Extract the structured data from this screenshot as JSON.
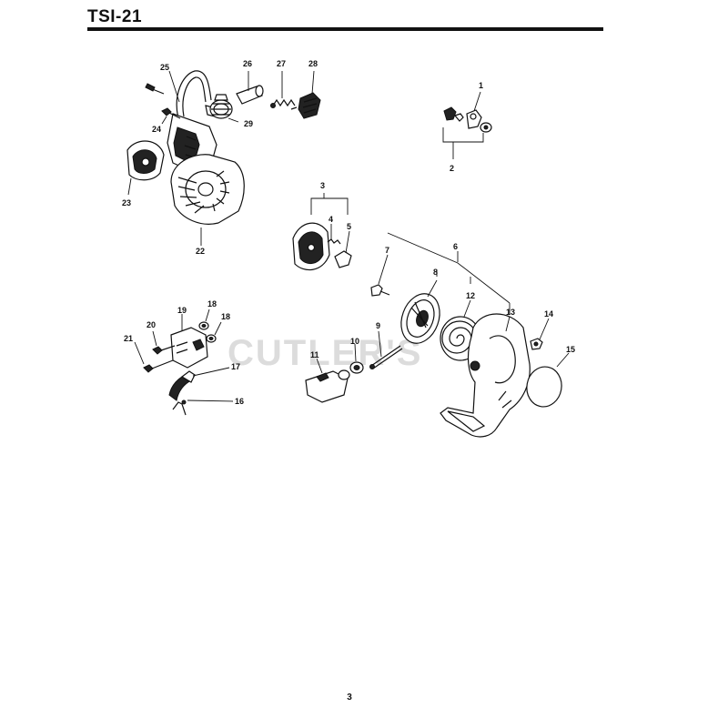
{
  "header": {
    "title": "TSI-21"
  },
  "footer": {
    "page_number": "3"
  },
  "watermark": {
    "text": "CUTLER'S"
  },
  "callouts": [
    "1",
    "2",
    "3",
    "4",
    "5",
    "6",
    "7",
    "8",
    "9",
    "10",
    "11",
    "12",
    "13",
    "14",
    "15",
    "16",
    "17",
    "18",
    "18",
    "19",
    "20",
    "21",
    "22",
    "23",
    "24",
    "25",
    "26",
    "27",
    "28",
    "29"
  ]
}
